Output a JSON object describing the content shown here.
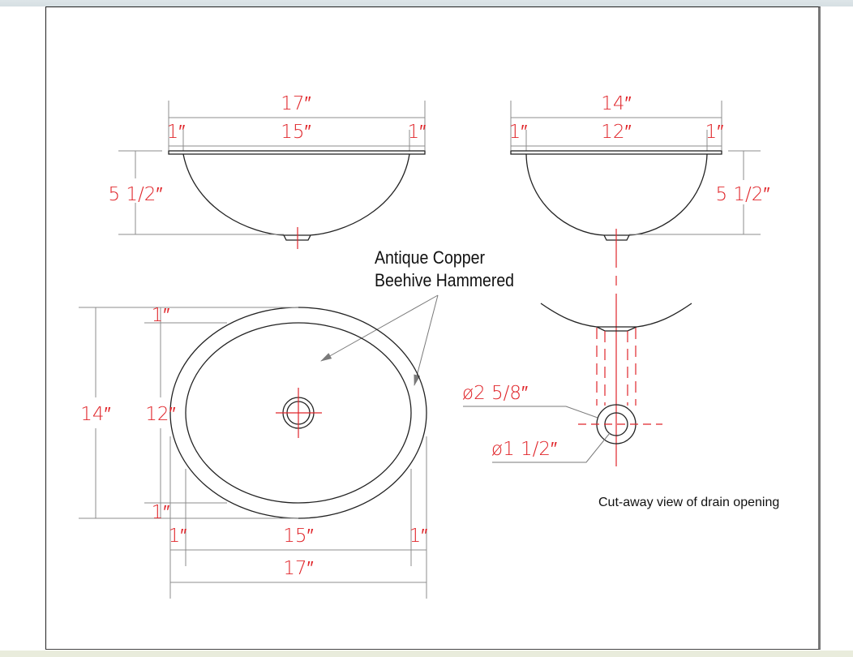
{
  "drawing": {
    "product_label": {
      "line1": "Antique Copper",
      "line2": "Beehive Hammered"
    },
    "cutaway_caption": "Cut-away view of drain opening",
    "front_view": {
      "overall_width": "17″",
      "bowl_width": "15″",
      "rim_left": "1″",
      "rim_right": "1″",
      "depth": "5 1/2″"
    },
    "side_view": {
      "overall_width": "14″",
      "bowl_width": "12″",
      "rim_left": "1″",
      "rim_right": "1″",
      "depth": "5 1/2″"
    },
    "top_view": {
      "overall_length": "14″",
      "bowl_length": "12″",
      "rim_top": "1″",
      "rim_bottom": "1″",
      "bowl_width": "15″",
      "overall_width": "17″",
      "rim_left": "1″",
      "rim_right": "1″"
    },
    "drain_detail": {
      "outer_diameter": "ø2 5/8″",
      "inner_diameter": "ø1 1/2″"
    },
    "colors": {
      "dimension_text": "#e0262b",
      "centerline": "#e0262b",
      "object_line": "#222222",
      "extension_line": "#8c8c8c"
    }
  }
}
